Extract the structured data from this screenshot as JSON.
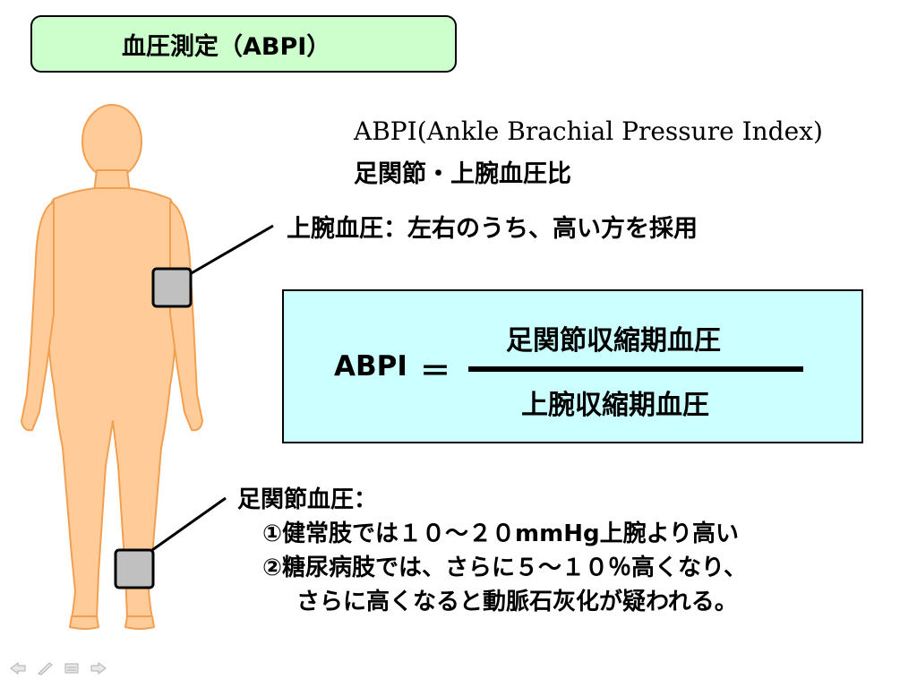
{
  "title": "血圧測定（ABPI）",
  "definition": {
    "english": "ABPI(Ankle Brachial Pressure Index)",
    "japanese": "足関節・上腕血圧比"
  },
  "arm_note": "上腕血圧：左右のうち、高い方を採用",
  "formula": {
    "lhs": "ABPI",
    "equals": "＝",
    "numerator": "足関節収縮期血圧",
    "denominator": "上腕収縮期血圧"
  },
  "ankle_note": {
    "heading": "足関節血圧：",
    "item1": "①健常肢では１０～２０mmHg上腕より高い",
    "item2": "②糖尿病肢では、さらに５～１０％高くなり、",
    "item2_cont": "さらに高くなると動脈石灰化が疑われる。"
  },
  "colors": {
    "title_bg": "#ccffcc",
    "formula_bg": "#ccffff",
    "skin": "#ffcc99",
    "skin_outline": "#f0a050",
    "cuff": "#c0c0c0"
  },
  "nav_icons": [
    "back-arrow-icon",
    "pen-icon",
    "menu-icon",
    "forward-arrow-icon"
  ]
}
